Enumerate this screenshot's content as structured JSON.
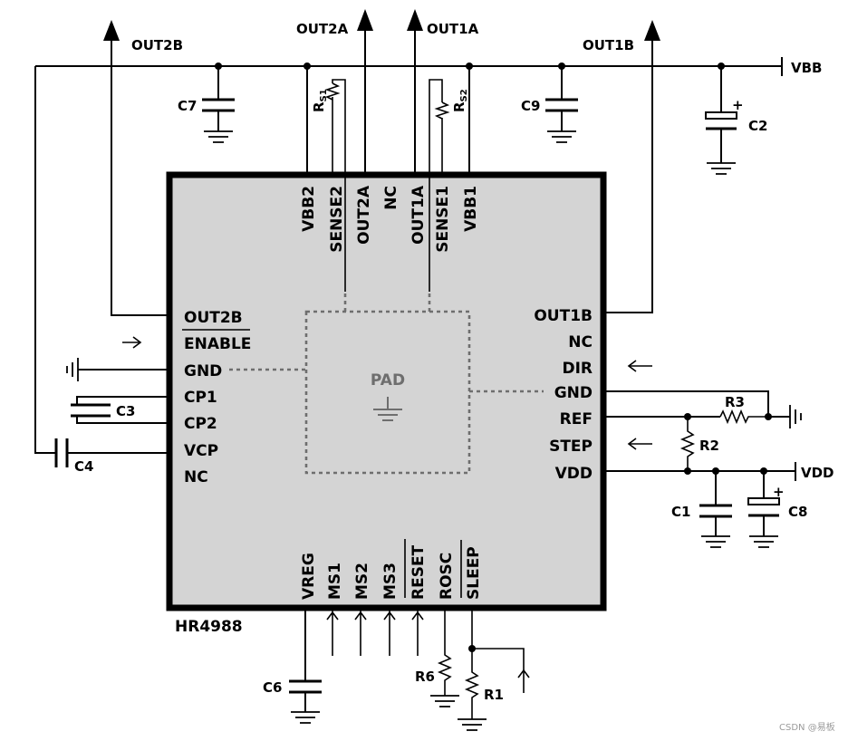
{
  "chip": {
    "name": "HR4988",
    "pad_label": "PAD",
    "top_pins": [
      "VBB2",
      "SENSE2",
      "OUT2A",
      "NC",
      "OUT1A",
      "SENSE1",
      "VBB1"
    ],
    "left_pins": [
      "OUT2B",
      "ENABLE",
      "GND",
      "CP1",
      "CP2",
      "VCP",
      "NC"
    ],
    "right_pins": [
      "OUT1B",
      "NC",
      "DIR",
      "GND",
      "REF",
      "STEP",
      "VDD"
    ],
    "bottom_pins": [
      "VREG",
      "MS1",
      "MS2",
      "MS3",
      "RESET",
      "ROSC",
      "SLEEP"
    ]
  },
  "nets": {
    "out2b": "OUT2B",
    "out2a": "OUT2A",
    "out1a": "OUT1A",
    "out1b": "OUT1B",
    "vbb": "VBB",
    "vdd": "VDD"
  },
  "components": {
    "c7": "C7",
    "c9": "C9",
    "c2": "C2",
    "c3": "C3",
    "c4": "C4",
    "c1": "C1",
    "c8": "C8",
    "c6": "C6",
    "r3": "R3",
    "r2": "R2",
    "r6": "R6",
    "r1": "R1",
    "rs1_main": "R",
    "rs1_sub": "S1",
    "rs2_main": "R",
    "rs2_sub": "S2",
    "polarity": "+"
  },
  "watermark": "CSDN @易板"
}
